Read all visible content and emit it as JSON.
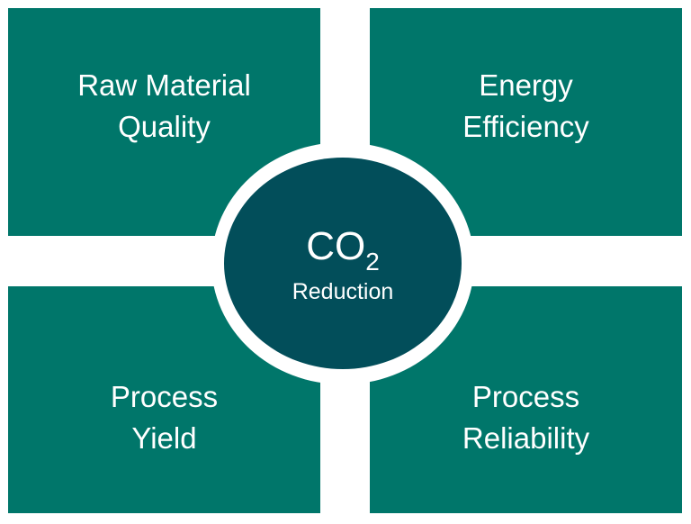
{
  "quadrants": [
    {
      "line1": "Raw Material",
      "line2": "Quality"
    },
    {
      "line1": "Energy",
      "line2": "Efficiency"
    },
    {
      "line1": "Process",
      "line2": "Yield"
    },
    {
      "line1": "Process",
      "line2": "Reliability"
    }
  ],
  "center": {
    "formula": "CO",
    "subscript": "2",
    "label": "Reduction"
  },
  "colors": {
    "quadrant": "#00766a",
    "center": "#024e5a"
  }
}
